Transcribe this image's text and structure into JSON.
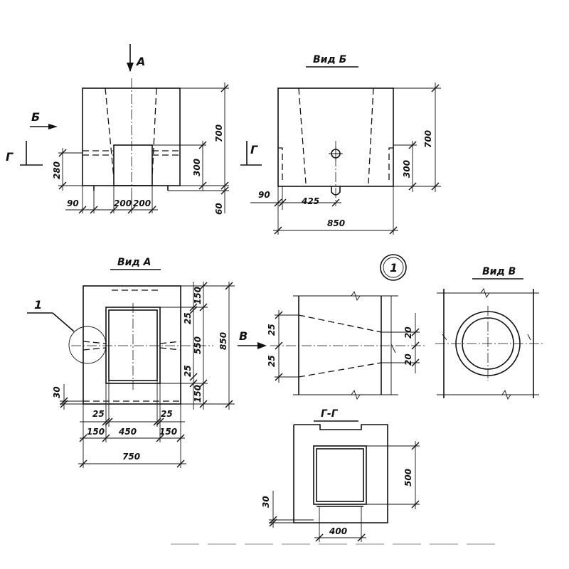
{
  "titles": {
    "view_b": "Вид Б",
    "view_a": "Вид А",
    "view_v": "Вид В",
    "section_g": "Г-Г",
    "detail_num": "1",
    "callout_num": "1"
  },
  "markers": {
    "arrow_a": "А",
    "arrow_b": "Б",
    "arrow_g_left": "Г",
    "arrow_g_right": "Г",
    "arrow_v": "В"
  },
  "dims": {
    "front": {
      "height": "700",
      "hole_height": "280",
      "opening_height": "300",
      "offset": "90",
      "half_left": "200",
      "half_right": "200",
      "base": "60"
    },
    "view_b": {
      "height": "700",
      "opening_height": "300",
      "offset": "90",
      "pipe_pos": "425",
      "width": "850"
    },
    "view_a": {
      "top": "150",
      "inner_top": "25",
      "inner": "550",
      "total": "850",
      "inner_bottom": "25",
      "bottom": "150",
      "left_30": "30",
      "w25_left": "25",
      "w25_right": "25",
      "w150_left": "150",
      "w450": "450",
      "w150_right": "150",
      "w750": "750"
    },
    "detail": {
      "d25_top": "25",
      "d25_bottom": "25",
      "d20_top": "20",
      "d20_bottom": "20"
    },
    "section": {
      "height": "500",
      "d30": "30",
      "width": "400"
    }
  }
}
